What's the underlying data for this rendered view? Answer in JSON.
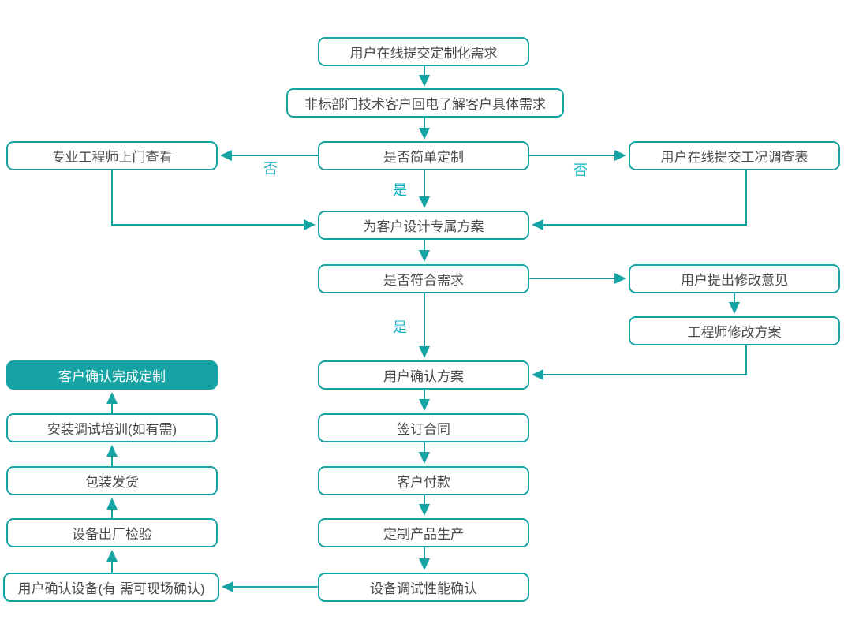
{
  "diagram": {
    "type": "flowchart",
    "colors": {
      "accent": "#15a3a3",
      "branch_label": "#10b4c0",
      "node_text": "#4a4a4a",
      "final_node_bg": "#15a3a3",
      "final_node_text": "#ffffff"
    },
    "nodes": {
      "submit_requirement": {
        "label": "用户在线提交定制化需求"
      },
      "callback": {
        "label": "非标部门技术客户回电了解客户具体需求"
      },
      "engineer_visit": {
        "label": "专业工程师上门查看"
      },
      "decision_simple": {
        "label": "是否简单定制"
      },
      "survey_form": {
        "label": "用户在线提交工况调查表"
      },
      "design_plan": {
        "label": "为客户设计专属方案"
      },
      "decision_meets": {
        "label": "是否符合需求"
      },
      "feedback": {
        "label": "用户提出修改意见"
      },
      "engineer_modify": {
        "label": "工程师修改方案"
      },
      "confirm_plan": {
        "label": "用户确认方案"
      },
      "sign_contract": {
        "label": "签订合同"
      },
      "payment": {
        "label": "客户付款"
      },
      "production": {
        "label": "定制产品生产"
      },
      "debug_check": {
        "label": "设备调试性能确认"
      },
      "confirm_device": {
        "label": "用户确认设备(有 需可现场确认)"
      },
      "factory_inspection": {
        "label": "设备出厂检验"
      },
      "packing": {
        "label": "包装发货"
      },
      "training": {
        "label": "安装调试培训(如有需)"
      },
      "complete": {
        "label": "客户确认完成定制"
      }
    },
    "edge_labels": {
      "decision1_no_left": "否",
      "decision1_no_right": "否",
      "decision1_yes": "是",
      "decision2_yes": "是"
    }
  }
}
